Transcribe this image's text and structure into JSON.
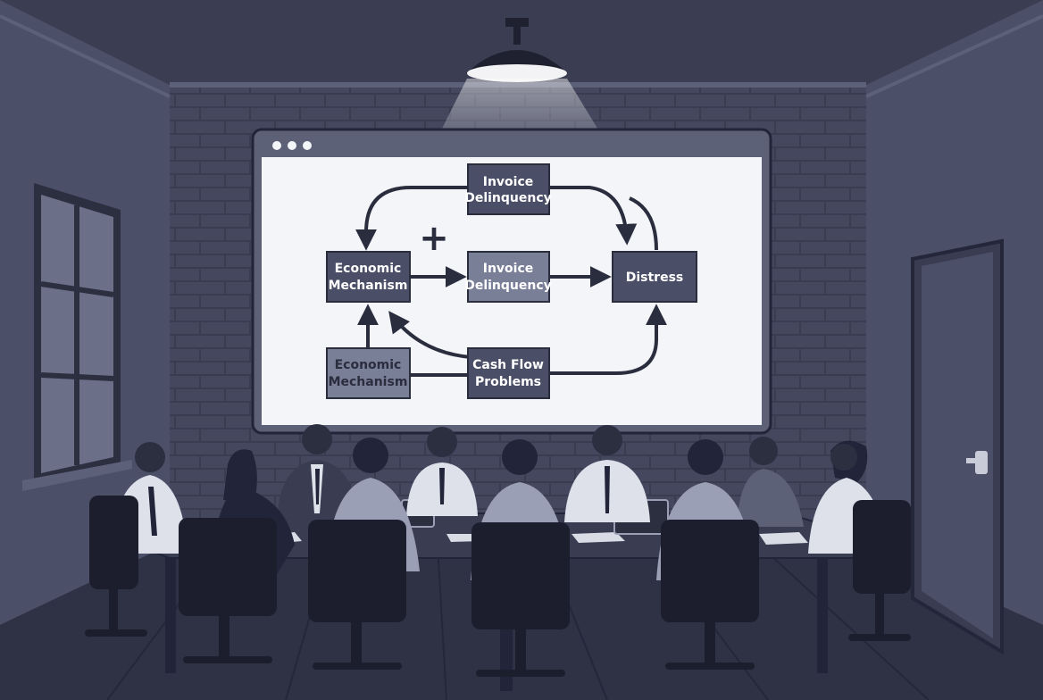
{
  "diagram": {
    "node_top": [
      "Invoice",
      "Delinquency"
    ],
    "node_left_mid": [
      "Economic",
      "Mechanism"
    ],
    "node_center": [
      "Invoice",
      "Delinquency"
    ],
    "node_right": "Distress",
    "node_left_bottom": [
      "Economic",
      "Mechanism"
    ],
    "node_bottom_center": [
      "Cash Flow",
      "Problems"
    ],
    "plus_sign": "+"
  },
  "colors": {
    "wall": "#4b4f68",
    "wall_dark": "#3a3d52",
    "ceiling": "#3b3e52",
    "floor": "#2f3244",
    "brick": "#3f4258",
    "screen": "#f4f5f8",
    "node_dark": "#4a4e66",
    "node_mid": "#7a7f98",
    "arrow": "#2a2d3e",
    "people_dark": "#22243a",
    "shirt": "#dfe1ea"
  }
}
